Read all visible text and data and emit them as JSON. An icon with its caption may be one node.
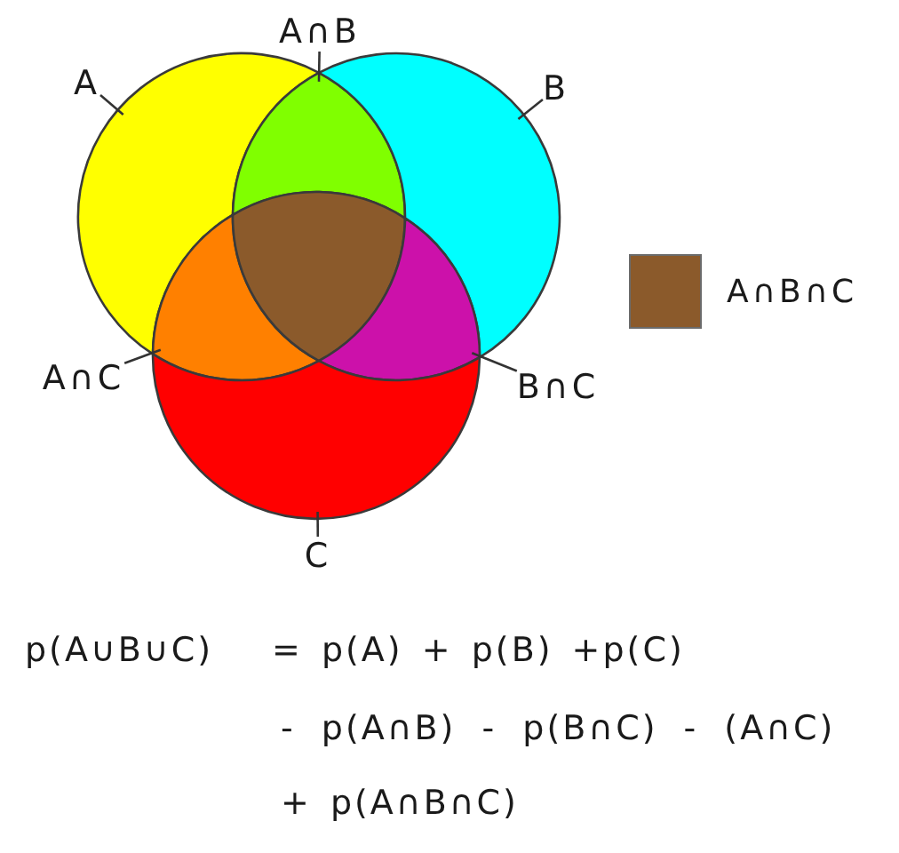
{
  "diagram": {
    "nodes": [
      {
        "text": [
          "A∩B"
        ]
      },
      {
        "text": [
          "A"
        ]
      },
      {
        "text": [
          "B"
        ]
      },
      {
        "text": [],
        "shape": "crescent"
      },
      {
        "text": [],
        "shape": "lens"
      },
      {
        "text": [],
        "shape": "crescent"
      },
      {
        "text": [],
        "shape": "lens"
      },
      {
        "text": [],
        "shape": "triangle"
      },
      {
        "text": [],
        "shape": "lens"
      },
      {
        "text": [],
        "shape": "crescent"
      },
      {
        "text": [
          "A∩C"
        ]
      },
      {
        "text": [
          "B∩C"
        ]
      },
      {
        "text": [
          "C"
        ]
      }
    ],
    "edges": [
      {
        "from": 0,
        "to": 4,
        "arrow": "none"
      },
      {
        "from": 1,
        "to": 3,
        "arrow": "none"
      },
      {
        "from": 2,
        "to": 5,
        "arrow": "none"
      },
      {
        "from": 10,
        "to": 6,
        "arrow": "none"
      },
      {
        "from": 11,
        "to": 8,
        "arrow": "none"
      },
      {
        "from": 12,
        "to": 9,
        "arrow": "none"
      }
    ],
    "labels": [
      "p(A∪B∪C)",
      "= p(A) + p(B) +p(C)",
      "- p(A∩B) - p(B∩C) - (A∩C)",
      "+ p(A∩B∩C)"
    ],
    "legend": [
      {
        "text": "A∩B∩C",
        "color": "#8b5a2b"
      }
    ]
  }
}
